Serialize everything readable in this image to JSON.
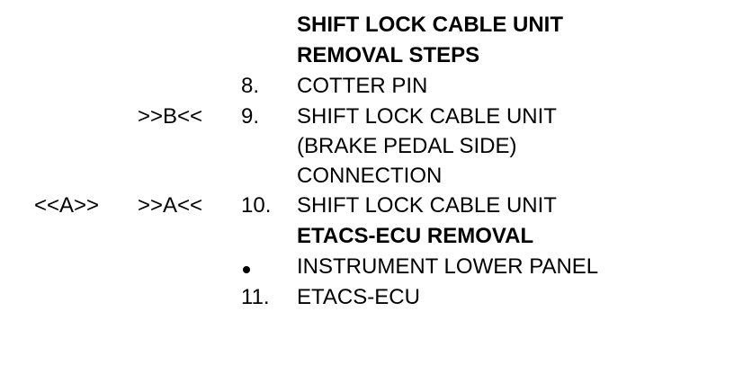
{
  "sections": [
    {
      "heading": [
        "SHIFT LOCK CABLE UNIT",
        "REMOVAL STEPS"
      ],
      "steps": [
        {
          "number": "8.",
          "remove_ref": "",
          "install_ref": "",
          "text": [
            "COTTER PIN"
          ]
        },
        {
          "number": "9.",
          "remove_ref": ">>B<<",
          "install_ref": "",
          "text": [
            "SHIFT LOCK CABLE UNIT",
            "(BRAKE PEDAL SIDE)",
            "CONNECTION"
          ]
        },
        {
          "number": "10.",
          "remove_ref": ">>A<<",
          "install_ref": "<<A>>",
          "text": [
            "SHIFT LOCK CABLE UNIT"
          ]
        }
      ]
    },
    {
      "heading": [
        "ETACS-ECU REMOVAL"
      ],
      "steps": [
        {
          "number": "",
          "bullet": true,
          "text": [
            "INSTRUMENT LOWER PANEL"
          ]
        },
        {
          "number": "11.",
          "text": [
            "ETACS-ECU"
          ]
        }
      ]
    }
  ]
}
